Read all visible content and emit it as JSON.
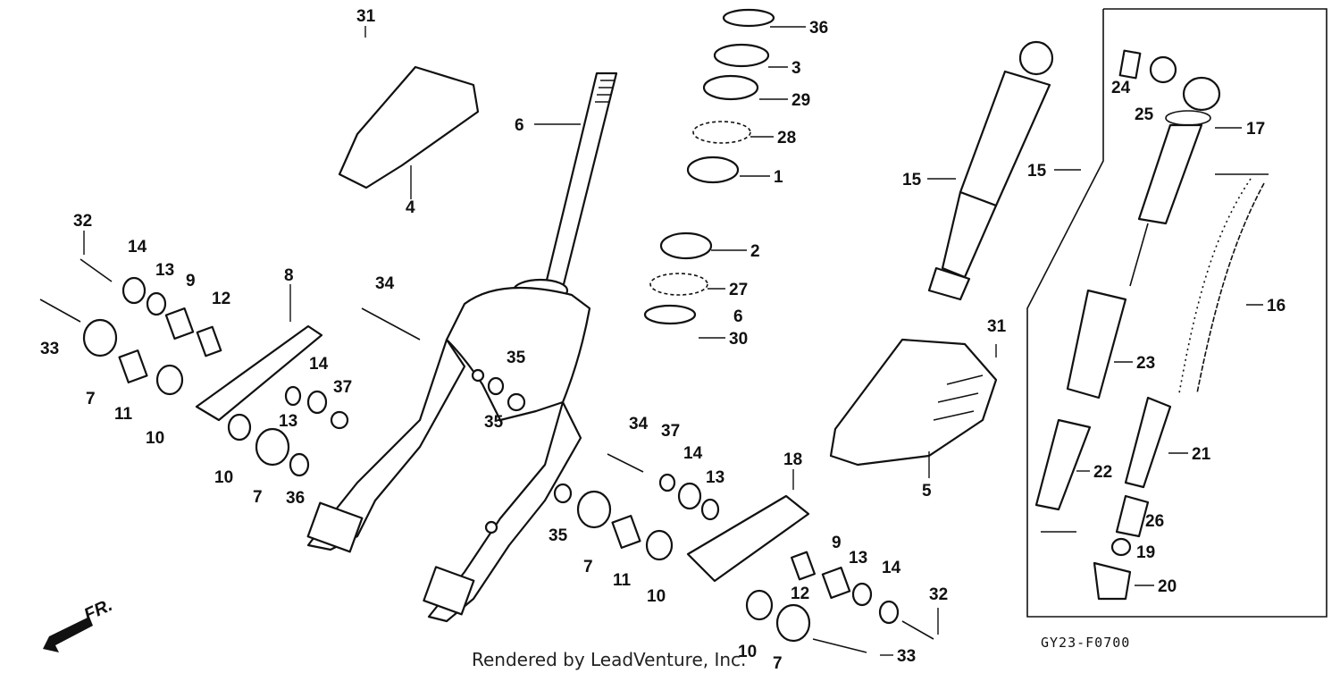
{
  "diagram_code": "GY23-F0700",
  "watermark": "Rendered by LeadVenture, Inc.",
  "direction_label": "FR.",
  "callouts": [
    {
      "num": "31"
    },
    {
      "num": "36"
    },
    {
      "num": "3"
    },
    {
      "num": "29"
    },
    {
      "num": "28"
    },
    {
      "num": "1"
    },
    {
      "num": "6"
    },
    {
      "num": "4"
    },
    {
      "num": "2"
    },
    {
      "num": "27"
    },
    {
      "num": "6"
    },
    {
      "num": "30"
    },
    {
      "num": "32"
    },
    {
      "num": "14"
    },
    {
      "num": "13"
    },
    {
      "num": "9"
    },
    {
      "num": "12"
    },
    {
      "num": "8"
    },
    {
      "num": "33"
    },
    {
      "num": "7"
    },
    {
      "num": "11"
    },
    {
      "num": "10"
    },
    {
      "num": "14"
    },
    {
      "num": "37"
    },
    {
      "num": "13"
    },
    {
      "num": "10"
    },
    {
      "num": "7"
    },
    {
      "num": "36"
    },
    {
      "num": "34"
    },
    {
      "num": "35"
    },
    {
      "num": "35"
    },
    {
      "num": "34"
    },
    {
      "num": "37"
    },
    {
      "num": "14"
    },
    {
      "num": "13"
    },
    {
      "num": "18"
    },
    {
      "num": "35"
    },
    {
      "num": "7"
    },
    {
      "num": "11"
    },
    {
      "num": "10"
    },
    {
      "num": "9"
    },
    {
      "num": "13"
    },
    {
      "num": "14"
    },
    {
      "num": "12"
    },
    {
      "num": "32"
    },
    {
      "num": "10"
    },
    {
      "num": "7"
    },
    {
      "num": "33"
    },
    {
      "num": "15"
    },
    {
      "num": "31"
    },
    {
      "num": "5"
    },
    {
      "num": "15"
    },
    {
      "num": "24"
    },
    {
      "num": "25"
    },
    {
      "num": "17"
    },
    {
      "num": "16"
    },
    {
      "num": "23"
    },
    {
      "num": "21"
    },
    {
      "num": "22"
    },
    {
      "num": "26"
    },
    {
      "num": "19"
    },
    {
      "num": "20"
    }
  ]
}
